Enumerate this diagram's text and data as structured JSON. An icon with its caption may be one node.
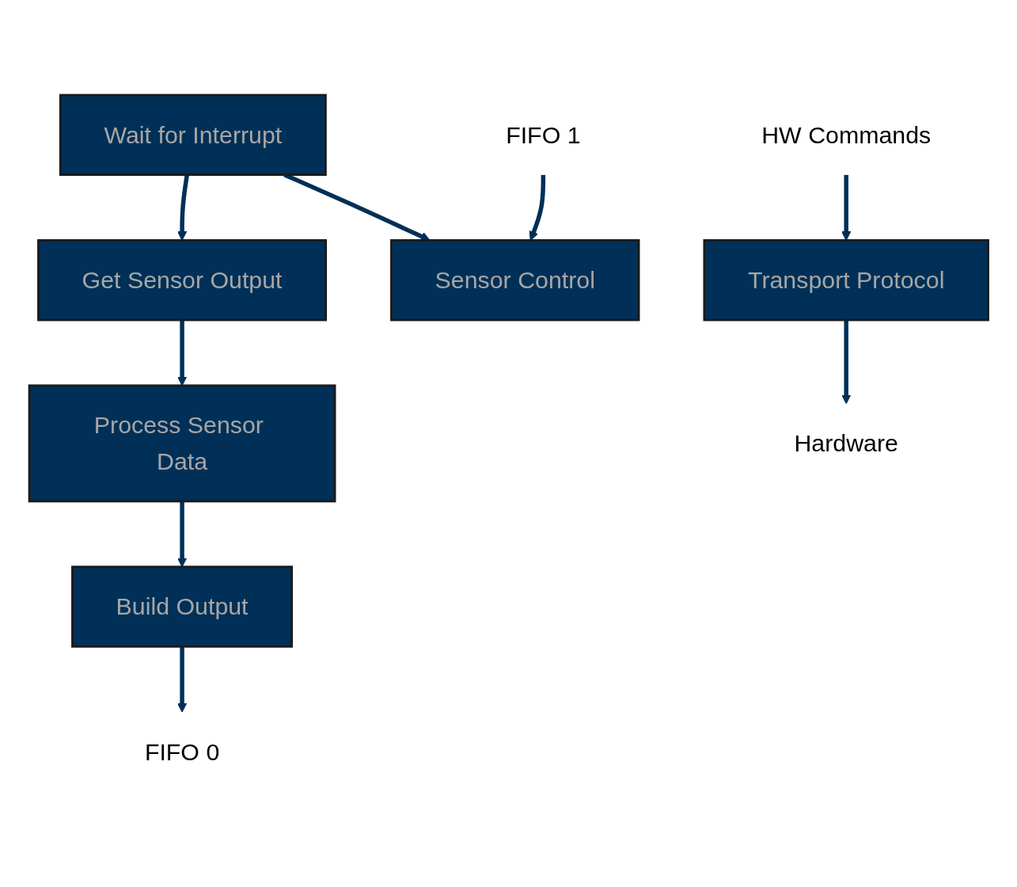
{
  "diagram": {
    "nodes": [
      {
        "text": [
          "FIFO 0"
        ]
      },
      {
        "text": [
          "FIFO 1"
        ]
      },
      {
        "text": [
          "Wait for Interrupt"
        ]
      },
      {
        "text": [
          "Get Sensor Output"
        ]
      },
      {
        "text": [
          "Sensor Control"
        ]
      },
      {
        "text": [
          "Build Output"
        ]
      },
      {
        "text": [
          "Process Sensor Data"
        ]
      },
      {
        "text": [
          "HW Commands"
        ]
      },
      {
        "text": [
          "Transport Protocol"
        ]
      },
      {
        "text": [
          "Hardware"
        ]
      }
    ],
    "edges": [
      {
        "from": 2,
        "to": 3,
        "arrow": "to"
      },
      {
        "from": 2,
        "to": 4,
        "arrow": "to"
      },
      {
        "from": 1,
        "to": 4,
        "arrow": "to"
      },
      {
        "from": 3,
        "to": 6,
        "arrow": "to"
      },
      {
        "from": 6,
        "to": 5,
        "arrow": "to"
      },
      {
        "from": 5,
        "to": 0,
        "arrow": "to"
      },
      {
        "from": 7,
        "to": 8,
        "arrow": "to"
      },
      {
        "from": 8,
        "to": 9,
        "arrow": "to"
      }
    ]
  }
}
